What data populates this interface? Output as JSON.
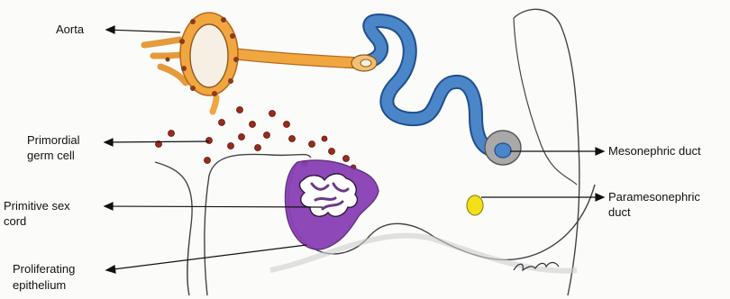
{
  "labels": {
    "aorta": "Aorta",
    "primordial_germ_cell_line1": "Primordial",
    "primordial_germ_cell_line2": "germ cell",
    "primitive_sex_cord_line1": "Primitive sex",
    "primitive_sex_cord_line2": "cord",
    "proliferating_epithelium_line1": "Proliferating",
    "proliferating_epithelium_line2": "epithelium",
    "mesonephric_duct": "Mesonephric duct",
    "paramesonephric_duct_line1": "Paramesonephric",
    "paramesonephric_duct_line2": "duct"
  },
  "colors": {
    "aorta": "#f2a640",
    "aorta_outline": "#b66a1a",
    "germ_cell": "#9a2a1a",
    "mesonephric_tubule": "#4a86c8",
    "mesonephric_tubule_outline": "#1f4f8f",
    "mesonephric_duct": "#a9a9a9",
    "paramesonephric_duct": "#f3e01a",
    "epithelium": "#8a3fb5",
    "outline": "#333333"
  }
}
